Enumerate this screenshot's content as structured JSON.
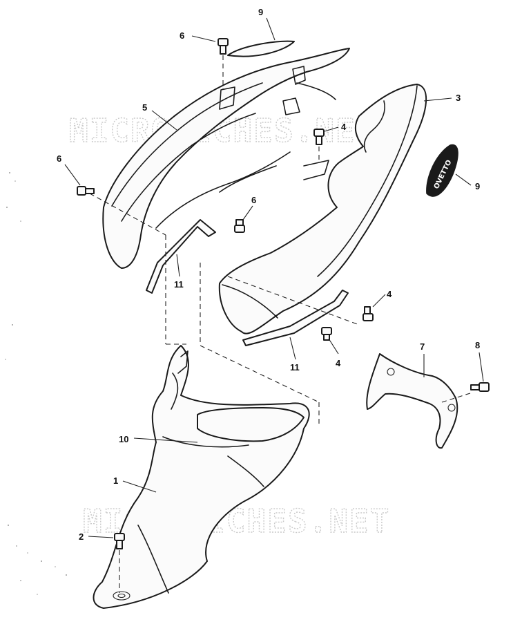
{
  "watermarks": [
    "MICROFICHES.NET",
    "MICROFICHES.NET"
  ],
  "badge": {
    "text": "OVETTO"
  },
  "callouts": [
    {
      "id": "c9a",
      "text": "9"
    },
    {
      "id": "c6a",
      "text": "6"
    },
    {
      "id": "c3",
      "text": "3"
    },
    {
      "id": "c5",
      "text": "5"
    },
    {
      "id": "c4a",
      "text": "4"
    },
    {
      "id": "c6b",
      "text": "6"
    },
    {
      "id": "c9b",
      "text": "9"
    },
    {
      "id": "c6c",
      "text": "6"
    },
    {
      "id": "c11a",
      "text": "11"
    },
    {
      "id": "c4b",
      "text": "4"
    },
    {
      "id": "c4c",
      "text": "4"
    },
    {
      "id": "c11b",
      "text": "11"
    },
    {
      "id": "c7",
      "text": "7"
    },
    {
      "id": "c8",
      "text": "8"
    },
    {
      "id": "c10",
      "text": "10"
    },
    {
      "id": "c1",
      "text": "1"
    },
    {
      "id": "c2",
      "text": "2"
    }
  ]
}
